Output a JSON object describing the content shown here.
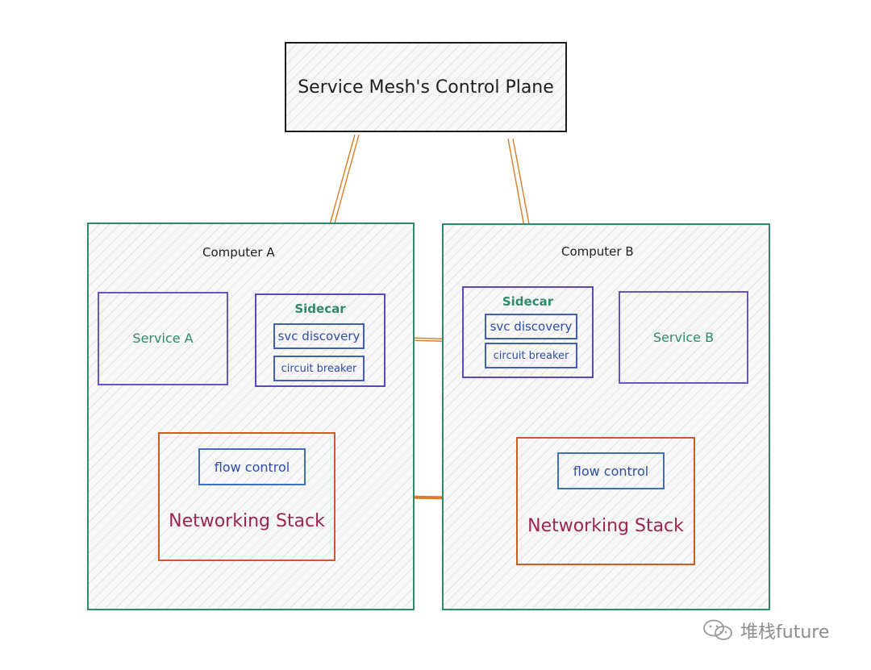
{
  "control_plane": {
    "label": "Service Mesh's Control Plane"
  },
  "computer_a": {
    "title": "Computer A",
    "service": "Service A",
    "sidecar": {
      "title": "Sidecar",
      "items": [
        "svc discovery",
        "circuit breaker"
      ]
    },
    "networking": {
      "label": "Networking Stack",
      "flow_control": "flow control"
    }
  },
  "computer_b": {
    "title": "Computer B",
    "service": "Service B",
    "sidecar": {
      "title": "Sidecar",
      "items": [
        "svc discovery",
        "circuit breaker"
      ]
    },
    "networking": {
      "label": "Networking Stack",
      "flow_control": "flow control"
    }
  },
  "watermark": {
    "text": "堆栈future",
    "icon": "wechat-icon"
  },
  "colors": {
    "control_plane_border": "#1e1e1e",
    "computer_border": "#2f8a6a",
    "service_border": "#6b51cc",
    "service_text": "#2f8a6a",
    "sidecar_item_border": "#3f5fb8",
    "networking_border": "#d05a26",
    "networking_text": "#9c2452",
    "connector": "#e07a24"
  }
}
